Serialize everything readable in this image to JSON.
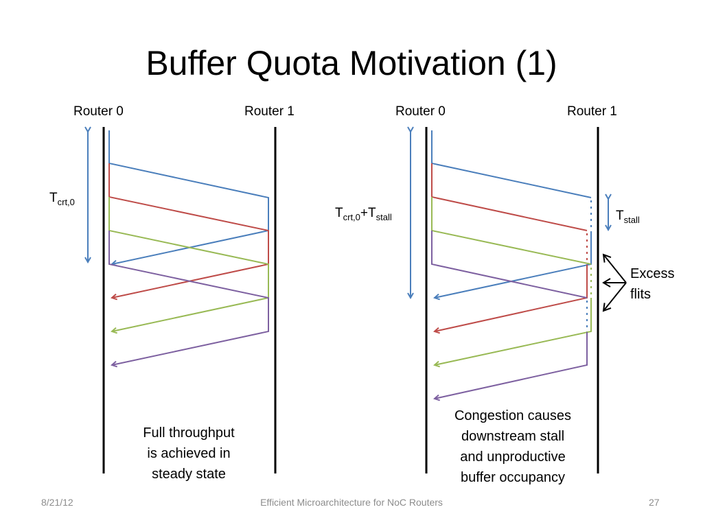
{
  "slide": {
    "title": "Buffer Quota Motivation (1)",
    "footer": {
      "date": "8/21/12",
      "center": "Efficient Microarchitecture for NoC Routers",
      "page": "27"
    }
  },
  "left_diagram": {
    "router0_label": "Router 0",
    "router1_label": "Router 1",
    "tcrt_label": {
      "base": "T",
      "sub": "crt,0"
    },
    "caption_lines": [
      "Full throughput",
      "is achieved in",
      "steady state"
    ]
  },
  "right_diagram": {
    "router0_label": "Router 0",
    "router1_label": "Router 1",
    "tcrt_stall_label": {
      "base1": "T",
      "sub1": "crt,0",
      "plus": "+",
      "base2": "T",
      "sub2": "stall"
    },
    "tstall_label": {
      "base": "T",
      "sub": "stall"
    },
    "excess_label_lines": [
      "Excess",
      "flits"
    ],
    "caption_lines": [
      "Congestion causes",
      "downstream stall",
      "and unproductive",
      "buffer occupancy"
    ]
  },
  "colors": {
    "blue": "#4a7ebb",
    "red": "#be4b48",
    "green": "#98b954",
    "purple": "#7d60a0",
    "black": "#000000"
  }
}
